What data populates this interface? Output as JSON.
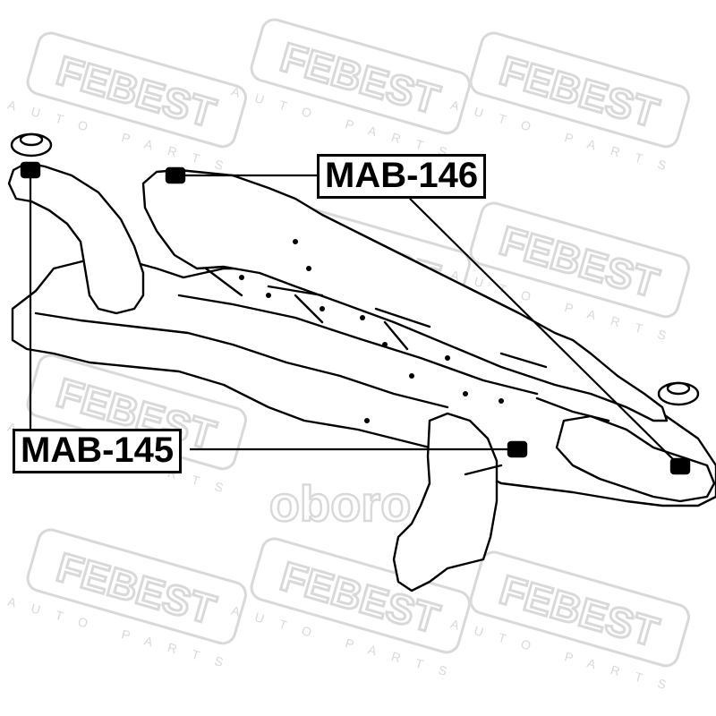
{
  "watermark": {
    "brand": "FEBEST",
    "tagline": "AUTO PARTS",
    "color": "#d9d9d9"
  },
  "center_watermark": {
    "brand": "oboro",
    "color": "#d9d9d9"
  },
  "callouts": [
    {
      "id": "MAB-146",
      "label": "MAB-146"
    },
    {
      "id": "MAB-145",
      "label": "MAB-145"
    }
  ],
  "colors": {
    "line": "#000000",
    "background": "#ffffff"
  }
}
